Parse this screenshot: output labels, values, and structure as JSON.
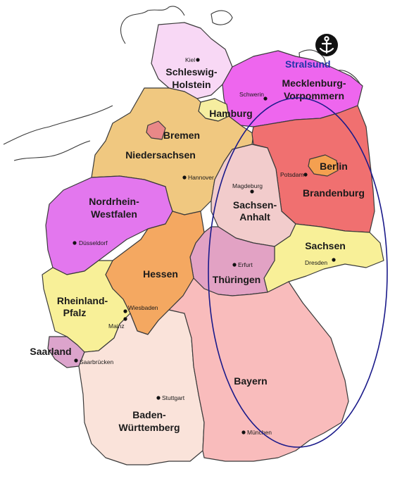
{
  "states": [
    {
      "id": "schleswig-holstein",
      "line1": "Schleswig-",
      "line2": "Holstein",
      "color": "#f8d8f5"
    },
    {
      "id": "hamburg",
      "line1": "Hamburg",
      "color": "#f6eea0"
    },
    {
      "id": "mecklenburg-vorpommern",
      "line1": "Mecklenburg-",
      "line2": "Vorpommern",
      "color": "#ee66ee"
    },
    {
      "id": "bremen",
      "line1": "Bremen",
      "color": "#e98888"
    },
    {
      "id": "niedersachsen",
      "line1": "Niedersachsen",
      "color": "#f0c880"
    },
    {
      "id": "berlin",
      "line1": "Berlin",
      "color": "#f4a050"
    },
    {
      "id": "brandenburg",
      "line1": "Brandenburg",
      "color": "#f07070"
    },
    {
      "id": "sachsen-anhalt",
      "line1": "Sachsen-",
      "line2": "Anhalt",
      "color": "#f2cccc"
    },
    {
      "id": "nordrhein-westfalen",
      "line1": "Nordrhein-",
      "line2": "Westfalen",
      "color": "#e377ee"
    },
    {
      "id": "sachsen",
      "line1": "Sachsen",
      "color": "#f8f098"
    },
    {
      "id": "hessen",
      "line1": "Hessen",
      "color": "#f4a861"
    },
    {
      "id": "thueringen",
      "line1": "Thüringen",
      "color": "#e2a2c4"
    },
    {
      "id": "rheinland-pfalz",
      "line1": "Rheinland-",
      "line2": "Pfalz",
      "color": "#f8f098"
    },
    {
      "id": "saarland",
      "line1": "Saarland",
      "color": "#dca4cc"
    },
    {
      "id": "bayern",
      "line1": "Bayern",
      "color": "#f9bcbc"
    },
    {
      "id": "baden-wuerttemberg",
      "line1": "Baden-",
      "line2": "Württemberg",
      "color": "#fae3da"
    }
  ],
  "cities": [
    {
      "id": "kiel",
      "name": "Kiel"
    },
    {
      "id": "schwerin",
      "name": "Schwerin"
    },
    {
      "id": "hannover",
      "name": "Hannover"
    },
    {
      "id": "potsdam",
      "name": "Potsdam"
    },
    {
      "id": "magdeburg",
      "name": "Magdeburg"
    },
    {
      "id": "duesseldorf",
      "name": "Düsseldorf"
    },
    {
      "id": "erfurt",
      "name": "Erfurt"
    },
    {
      "id": "dresden",
      "name": "Dresden"
    },
    {
      "id": "wiesbaden",
      "name": "Wiesbaden"
    },
    {
      "id": "mainz",
      "name": "Mainz"
    },
    {
      "id": "saarbruecken",
      "name": "Saarbrücken"
    },
    {
      "id": "stuttgart",
      "name": "Stuttgart"
    },
    {
      "id": "muenchen",
      "name": "München"
    }
  ],
  "annotation": {
    "label": "Stralsund",
    "icon": "anchor-icon",
    "label_color": "#2233aa",
    "ellipse_color": "#1a1a8a"
  }
}
